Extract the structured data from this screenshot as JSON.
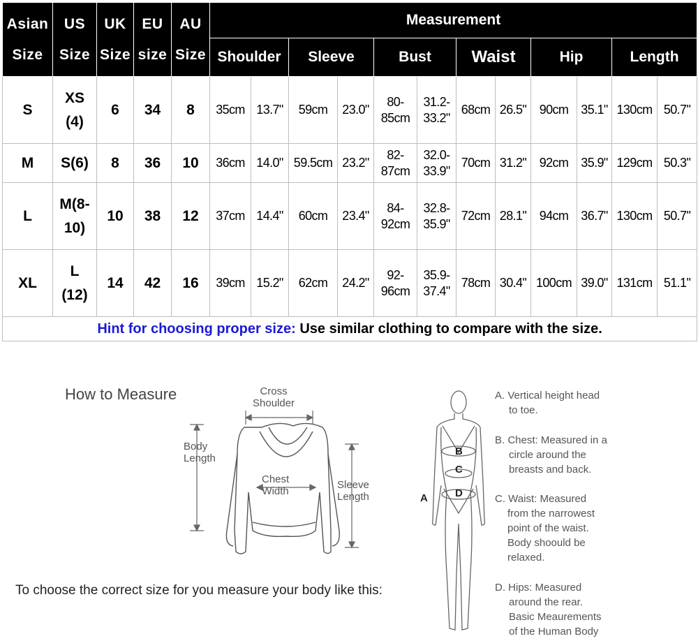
{
  "table": {
    "headers": {
      "asian": [
        "Asian",
        "Size"
      ],
      "us": [
        "US",
        "Size"
      ],
      "uk": [
        "UK",
        "Size"
      ],
      "eu": [
        "EU",
        "size"
      ],
      "au": [
        "AU",
        "Size"
      ],
      "measurement": "Measurement",
      "columns": [
        "Shoulder",
        "Sleeve",
        "Bust",
        "Waist",
        "Hip",
        "Length"
      ]
    },
    "rows": [
      {
        "asian": "S",
        "us": [
          "XS",
          "(4)"
        ],
        "uk": "6",
        "eu": "34",
        "au": "8",
        "shoulder_cm": "35cm",
        "shoulder_in": "13.7\"",
        "sleeve_cm": "59cm",
        "sleeve_in": "23.0\"",
        "bust_cm": [
          "80-",
          "85cm"
        ],
        "bust_in": [
          "31.2-",
          "33.2\""
        ],
        "waist_cm": "68cm",
        "waist_in": "26.5\"",
        "hip_cm": "90cm",
        "hip_in": "35.1\"",
        "length_cm": "130cm",
        "length_in": "50.7\""
      },
      {
        "asian": "M",
        "us": [
          "S(6)"
        ],
        "uk": "8",
        "eu": "36",
        "au": "10",
        "shoulder_cm": "36cm",
        "shoulder_in": "14.0\"",
        "sleeve_cm": "59.5cm",
        "sleeve_in": "23.2\"",
        "bust_cm": [
          "82-",
          "87cm"
        ],
        "bust_in": [
          "32.0-",
          "33.9\""
        ],
        "waist_cm": "70cm",
        "waist_in": "31.2\"",
        "hip_cm": "92cm",
        "hip_in": "35.9\"",
        "length_cm": "129cm",
        "length_in": "50.3\""
      },
      {
        "asian": "L",
        "us": [
          "M(8-",
          "10)"
        ],
        "uk": "10",
        "eu": "38",
        "au": "12",
        "shoulder_cm": "37cm",
        "shoulder_in": "14.4\"",
        "sleeve_cm": "60cm",
        "sleeve_in": "23.4\"",
        "bust_cm": [
          "84-",
          "92cm"
        ],
        "bust_in": [
          "32.8-",
          "35.9\""
        ],
        "waist_cm": "72cm",
        "waist_in": "28.1\"",
        "hip_cm": "94cm",
        "hip_in": "36.7\"",
        "length_cm": "130cm",
        "length_in": "50.7\""
      },
      {
        "asian": "XL",
        "us": [
          "L",
          "(12)"
        ],
        "uk": "14",
        "eu": "42",
        "au": "16",
        "shoulder_cm": "39cm",
        "shoulder_in": "15.2\"",
        "sleeve_cm": "62cm",
        "sleeve_in": "24.2\"",
        "bust_cm": [
          "92-",
          "96cm"
        ],
        "bust_in": [
          "35.9-",
          "37.4\""
        ],
        "waist_cm": "78cm",
        "waist_in": "30.4\"",
        "hip_cm": "100cm",
        "hip_in": "39.0\"",
        "length_cm": "131cm",
        "length_in": "51.1\""
      }
    ],
    "hint_lead": "Hint for choosing proper size:",
    "hint_text": " Use similar clothing to compare with the size."
  },
  "how_to": {
    "title": "How to Measure",
    "note": "To choose the correct size for you measure your body like this:",
    "garment_labels": {
      "cross_shoulder": [
        "Cross",
        "Shoulder"
      ],
      "body_length": [
        "Body",
        "Length"
      ],
      "chest_width": [
        "Chest",
        "Width"
      ],
      "sleeve_length": [
        "Sleeve",
        "Length"
      ]
    },
    "body_letters": [
      "A",
      "B",
      "C",
      "D"
    ],
    "body_notes": {
      "a": [
        "A. Vertical height head",
        "to toe."
      ],
      "b": [
        "B. Chest: Measured in a",
        "circle around the",
        "breasts and back."
      ],
      "c": [
        "C. Waist: Measured",
        "from the narrowest",
        "point of the waist.",
        "Body shoould be",
        "relaxed."
      ],
      "d": [
        "D. Hips: Measured",
        "around the rear.",
        "Basic Meaurements",
        "of the Human Body"
      ]
    }
  }
}
